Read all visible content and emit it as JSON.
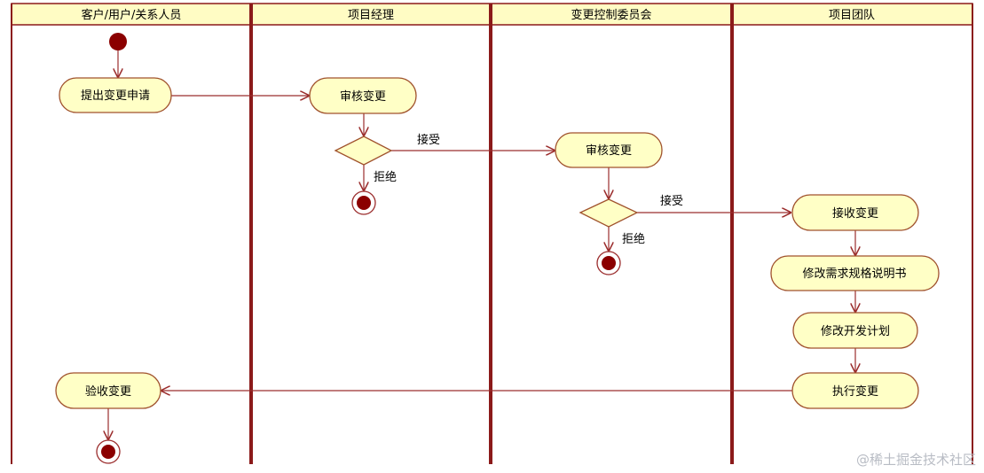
{
  "lanes": [
    {
      "title": "客户/用户/关系人员"
    },
    {
      "title": "项目经理"
    },
    {
      "title": "变更控制委员会"
    },
    {
      "title": "项目团队"
    }
  ],
  "activities": {
    "submit_request": "提出变更申请",
    "pm_review": "审核变更",
    "ccb_review": "审核变更",
    "receive_change": "接收变更",
    "modify_requirements": "修改需求规格说明书",
    "modify_plan": "修改开发计划",
    "execute_change": "执行变更",
    "accept_change": "验收变更"
  },
  "edge_labels": {
    "pm_accept": "接受",
    "pm_reject": "拒绝",
    "ccb_accept": "接受",
    "ccb_reject": "拒绝"
  },
  "watermark": "@稀土掘金技术社区",
  "colors": {
    "lane_border": "#8b1a1a",
    "header_fill": "#fffcc4",
    "node_fill": "#ffffc6",
    "node_stroke": "#a0522d",
    "edge": "#9b2d2d",
    "dot": "#8b0000"
  }
}
